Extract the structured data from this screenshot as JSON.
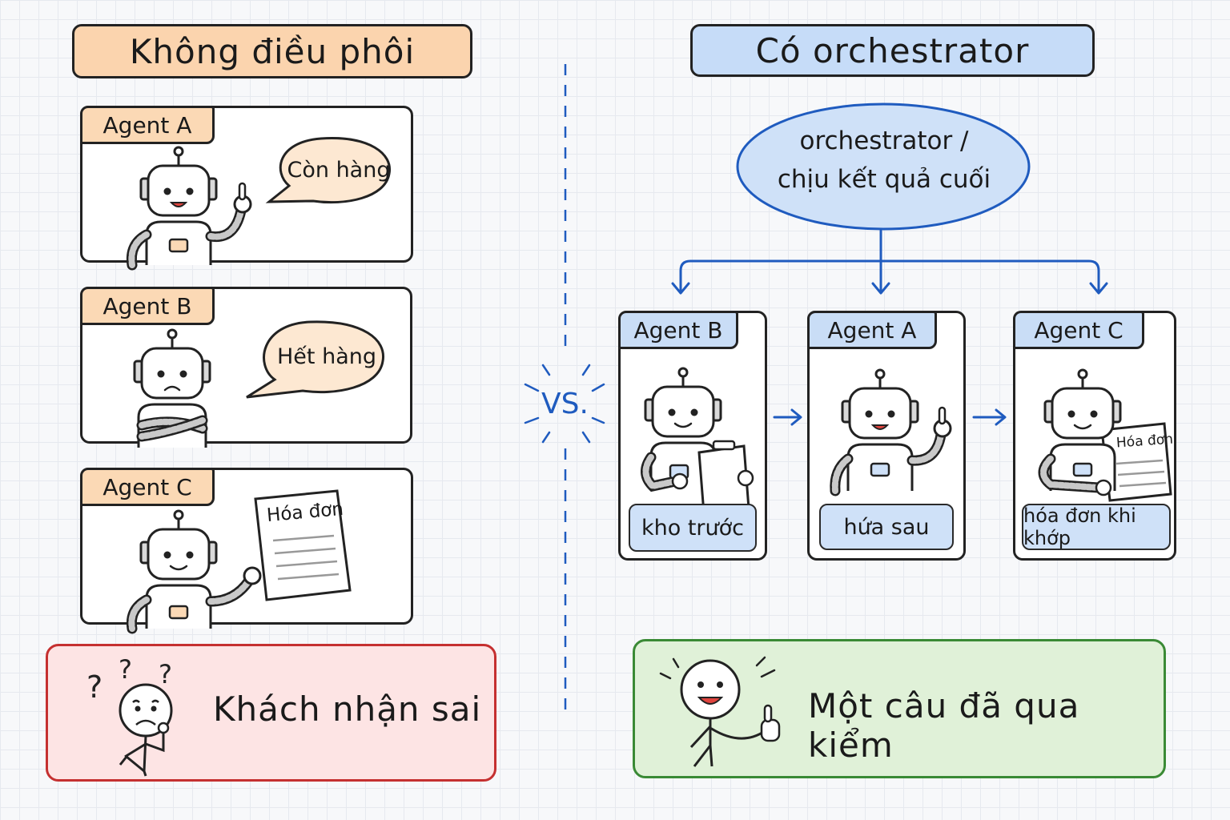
{
  "left": {
    "title": "Không điều phôi",
    "panels": [
      {
        "agent": "Agent A",
        "speech": "Còn hàng"
      },
      {
        "agent": "Agent B",
        "speech": "Hết hàng"
      },
      {
        "agent": "Agent C",
        "document": "Hóa đơn"
      }
    ],
    "result": "Khách nhận sai"
  },
  "divider": {
    "label": "VS."
  },
  "right": {
    "title": "Có orchestrator",
    "orchestrator_line1": "orchestrator /",
    "orchestrator_line2": "chịu kết quả cuối",
    "agents": [
      {
        "agent": "Agent B",
        "label": "kho trước"
      },
      {
        "agent": "Agent A",
        "label": "hứa sau"
      },
      {
        "agent": "Agent C",
        "label": "hóa đơn khi khớp",
        "document": "Hóa đơn"
      }
    ],
    "result": "Một câu đã qua kiểm"
  },
  "colors": {
    "left_title_bg": "#fbd4ae",
    "right_title_bg": "#c6dcf8",
    "orchestrator_stroke": "#1f5bbf",
    "fail_border": "#c53030",
    "success_border": "#3a8a35"
  }
}
